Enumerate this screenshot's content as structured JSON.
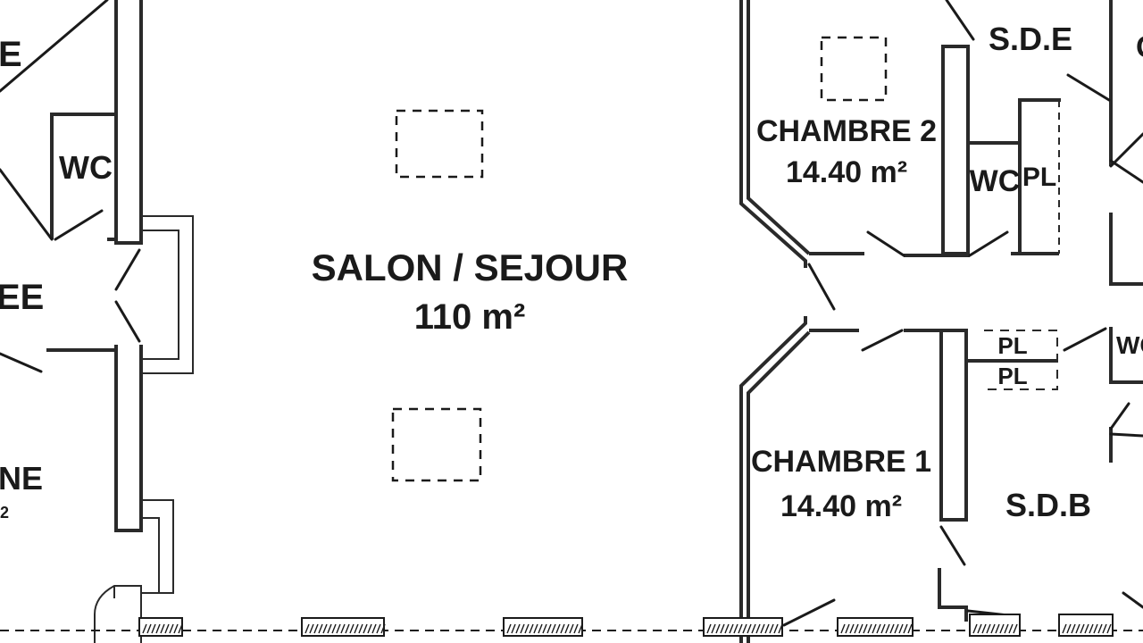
{
  "rooms": {
    "salon": {
      "name": "SALON / SEJOUR",
      "area": "110 m²"
    },
    "chambre2": {
      "name": "CHAMBRE 2",
      "area": "14.40 m²"
    },
    "chambre1": {
      "name": "CHAMBRE 1",
      "area": "14.40 m²"
    },
    "sde": {
      "name": "S.D.E"
    },
    "sdb": {
      "name": "S.D.B"
    },
    "wc_left": {
      "name": "WC"
    },
    "wc_mid": {
      "name": "WC"
    },
    "wc_right": {
      "name": "WC"
    },
    "pl_chambre2": {
      "name": "PL"
    },
    "pl_top": {
      "name": "PL"
    },
    "pl_bottom": {
      "name": "PL"
    },
    "entree_partial": {
      "name": "EE"
    },
    "top_left_partial": {
      "name": "E"
    },
    "cuisine_partial": {
      "name": "NE"
    },
    "cuisine_area_partial": {
      "name": "2"
    },
    "top_right_partial": {
      "name": "C"
    }
  }
}
